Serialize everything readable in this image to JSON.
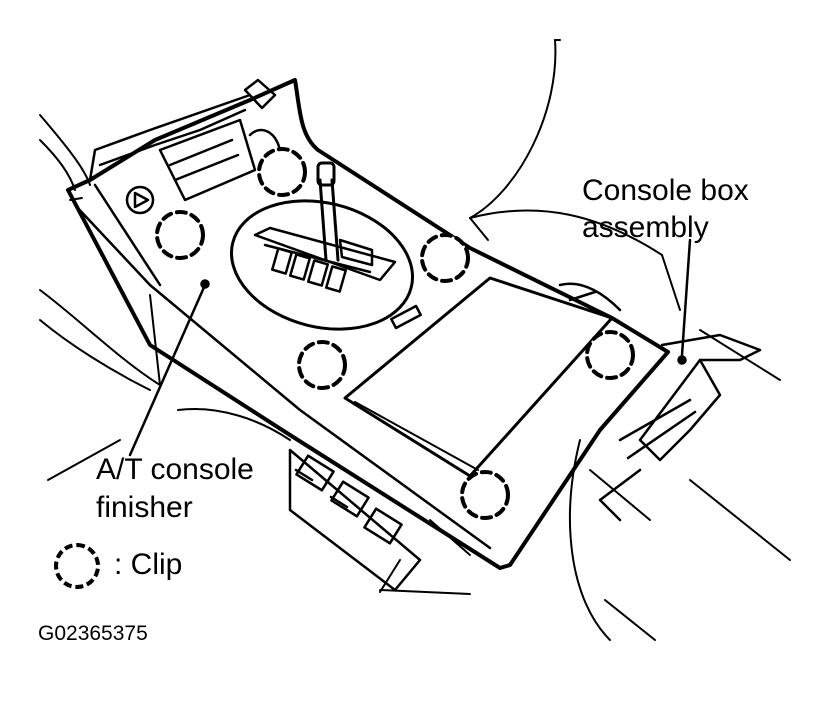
{
  "figure": {
    "labels": {
      "console_box_line1": "Console box",
      "console_box_line2": "assembly",
      "finisher_line1": "A/T console",
      "finisher_line2": "finisher",
      "clip_legend": ": Clip",
      "figure_code": "G02365375"
    }
  }
}
